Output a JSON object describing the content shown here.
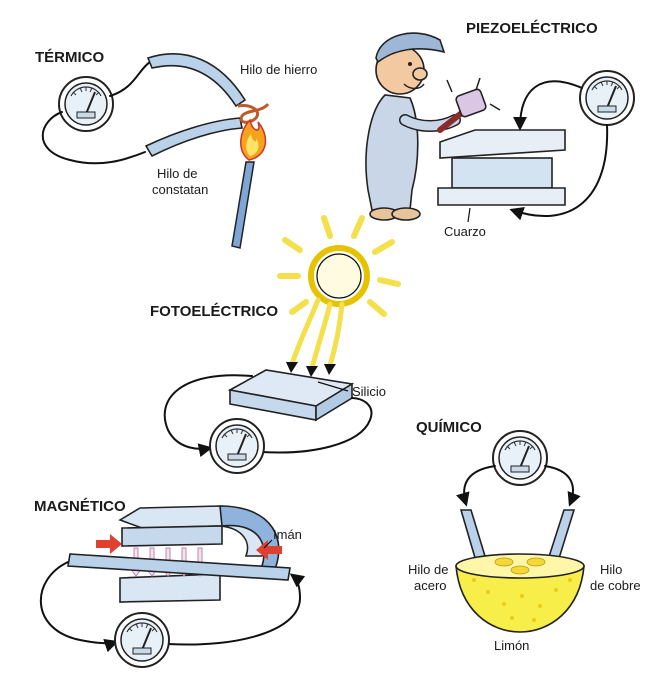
{
  "sections": {
    "termico": {
      "title": "TÉRMICO",
      "label_iron": "Hilo de hierro",
      "label_constantan_line1": "Hilo de",
      "label_constantan_line2": "constatan"
    },
    "piezo": {
      "title": "PIEZOELÉCTRICO",
      "label_quartz": "Cuarzo"
    },
    "foto": {
      "title": "FOTOELÉCTRICO",
      "label_silicon": "Silicio"
    },
    "quimico": {
      "title": "QUÍMICO",
      "label_steel_line1": "Hilo de",
      "label_steel_line2": "acero",
      "label_copper_line1": "Hilo",
      "label_copper_line2": "de cobre",
      "label_lemon": "Limón"
    },
    "magnetico": {
      "title": "MAGNÉTICO",
      "label_magnet": "Imán"
    }
  },
  "colors": {
    "wire_tube": "#b9d2ea",
    "meter_face": "#e9f1f8",
    "flame": "#f7a21b",
    "sun": "#f4e04a",
    "lemon": "#f7ee4a",
    "arrow_red": "#e0402f",
    "field_arrow": "#d9a0c0"
  }
}
